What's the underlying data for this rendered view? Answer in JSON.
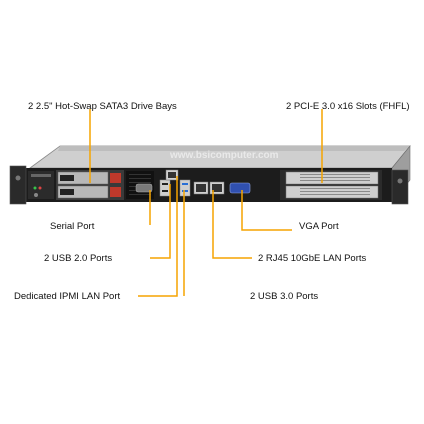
{
  "watermark": "www.bsicomputer.com",
  "callouts": {
    "drive_bays": "2 2.5\" Hot-Swap SATA3 Drive Bays",
    "pcie_slots": "2 PCI-E 3.0 x16 Slots (FHFL)",
    "serial_port": "Serial Port",
    "vga_port": "VGA Port",
    "usb2_ports": "2 USB 2.0 Ports",
    "rj45_ports": "2 RJ45 10GbE LAN Ports",
    "ipmi_port": "Dedicated IPMI  LAN Port",
    "usb3_ports": "2 USB 3.0 Ports"
  },
  "colors": {
    "leader_line": "#f5a400",
    "chassis_dark": "#1c1c1c",
    "chassis_light": "#d8d8d8",
    "drive_tray": "#b8b8b8",
    "usb3_blue": "#2a6fd6",
    "vga_blue": "#3050b0"
  }
}
